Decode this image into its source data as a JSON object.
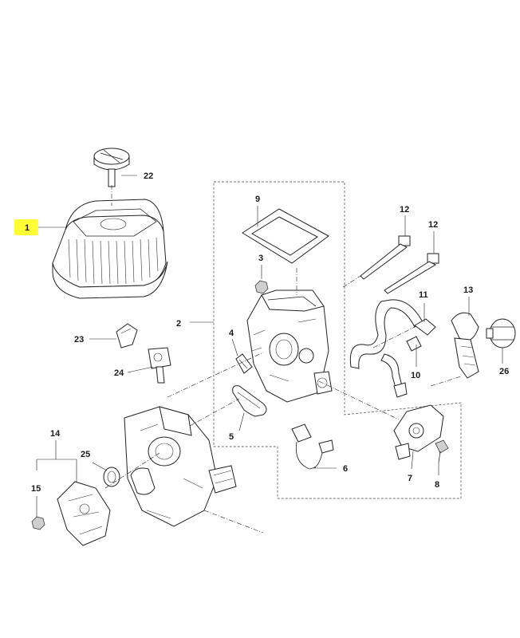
{
  "callouts": {
    "c1": "1",
    "c2": "2",
    "c3": "3",
    "c4": "4",
    "c5": "5",
    "c6": "6",
    "c7": "7",
    "c8": "8",
    "c9": "9",
    "c10": "10",
    "c11": "11",
    "c12a": "12",
    "c12b": "12",
    "c13": "13",
    "c14": "14",
    "c15": "15",
    "c22": "22",
    "c23": "23",
    "c24": "24",
    "c25": "25",
    "c26": "26"
  },
  "highlight_color": "#ffff33",
  "highlighted_part": "1"
}
